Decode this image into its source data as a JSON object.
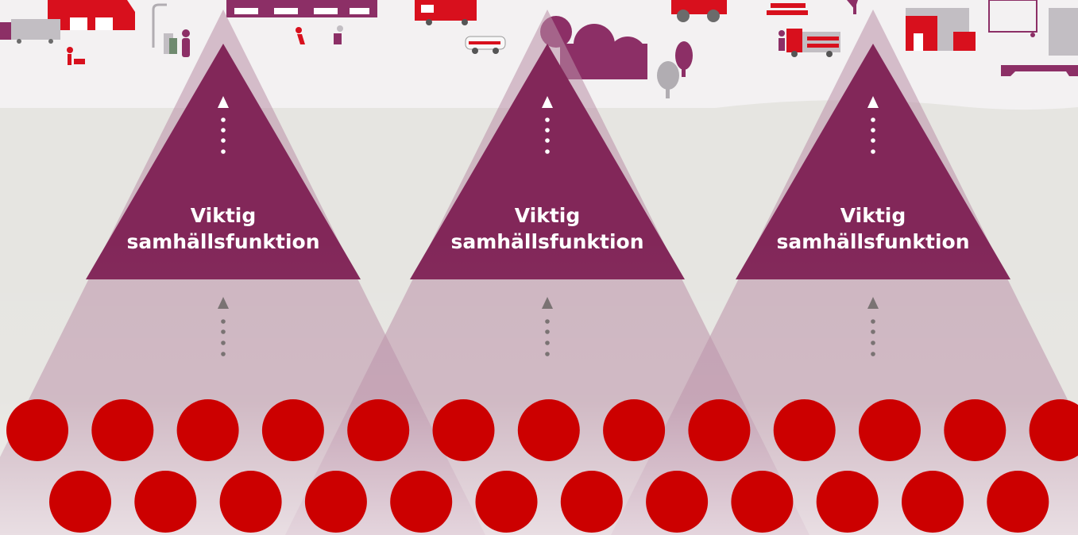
{
  "colors": {
    "background": "#e6e5e1",
    "banner": "#f3f1f2",
    "outer_triangle": "#b98fa8",
    "inner_triangle": "#822759",
    "dot": "#cc0000",
    "arrow_upper": "#ffffff",
    "arrow_lower": "#7a7373",
    "illustration_primary": "#d8101d",
    "illustration_secondary": "#8c2f66",
    "illustration_neutral": "#c2bec3"
  },
  "nodes": [
    {
      "id": "function-1",
      "label_line1": "Viktig",
      "label_line2": "samhällsfunktion"
    },
    {
      "id": "function-2",
      "label_line1": "Viktig",
      "label_line2": "samhällsfunktion"
    },
    {
      "id": "function-3",
      "label_line1": "Viktig",
      "label_line2": "samhällsfunktion"
    }
  ],
  "dependencies": {
    "rows": [
      {
        "count": 13
      },
      {
        "count": 12
      }
    ]
  },
  "illustration": {
    "icons": [
      "warehouse-icon",
      "truck-icon",
      "shopper-icon",
      "fuel-pump-icon",
      "street-lamp-icon",
      "person-icon",
      "factory-icon",
      "runner-icon",
      "fire-truck-icon",
      "police-car-icon",
      "tree-icon",
      "bush-icon",
      "tractor-icon",
      "crowd-icon",
      "delivery-truck-icon",
      "building-icon",
      "fence-icon",
      "bridge-icon"
    ]
  }
}
